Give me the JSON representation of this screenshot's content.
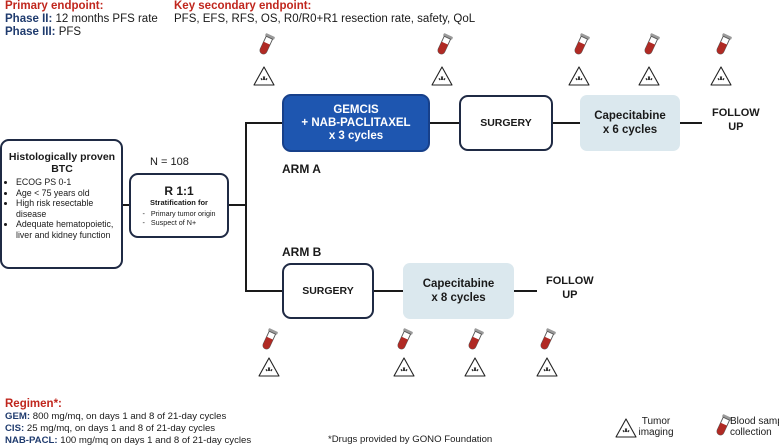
{
  "primary_endpoint": {
    "title": "Primary endpoint:",
    "phase2_label": "Phase II:",
    "phase2_text": "12 months PFS rate",
    "phase3_label": "Phase III:",
    "phase3_text": "PFS"
  },
  "secondary_endpoint": {
    "title": "Key secondary endpoint:",
    "text": "PFS, EFS, RFS, OS, R0/R0+R1 resection rate, safety, QoL"
  },
  "eligibility": {
    "title": "Histologically proven BTC",
    "bullets": [
      "ECOG PS 0-1",
      "Age < 75 years old",
      "High risk resectable disease",
      "Adequate hematopoietic, liver and kidney function"
    ]
  },
  "randomization": {
    "n_label": "N = 108",
    "title": "R 1:1",
    "strat_title": "Stratification for",
    "strat_items": [
      "Primary tumor origin",
      "Suspect of N+"
    ]
  },
  "arm_a": {
    "label": "ARM A",
    "chemo_line1": "GEMCIS",
    "chemo_line2": "+ NAB-PACLITAXEL",
    "chemo_line3": "x 3 cycles",
    "surgery": "SURGERY",
    "cape_line1": "Capecitabine",
    "cape_line2": "x 6 cycles",
    "follow1": "FOLLOW",
    "follow2": "UP"
  },
  "arm_b": {
    "label": "ARM B",
    "surgery": "SURGERY",
    "cape_line1": "Capecitabine",
    "cape_line2": "x 8 cycles",
    "follow1": "FOLLOW",
    "follow2": "UP"
  },
  "regimen": {
    "title": "Regimen*:",
    "items": [
      {
        "drug": "GEM:",
        "text": "800 mg/mq, on days 1 and 8 of 21-day cycles"
      },
      {
        "drug": "CIS:",
        "text": "25 mg/mq, on days 1 and 8 of 21-day cycles"
      },
      {
        "drug": "NAB-PACL:",
        "text": "100 mg/mq on days 1 and 8 of 21-day cycles"
      }
    ],
    "footnote": "*Drugs provided by GONO Foundation"
  },
  "legend": {
    "tumor_line1": "Tumor",
    "tumor_line2": "imaging",
    "blood_line1": "Blood sample",
    "blood_line2": "collection"
  },
  "icons": {
    "tube": "blood-tube-icon",
    "imaging": "tumor-imaging-icon",
    "tube_color": "#b02a24"
  },
  "colors": {
    "accent_red": "#c0261d",
    "navy": "#1f3b6e",
    "chemo_blue": "#1e56b0",
    "light_box": "#dbe8ee"
  }
}
